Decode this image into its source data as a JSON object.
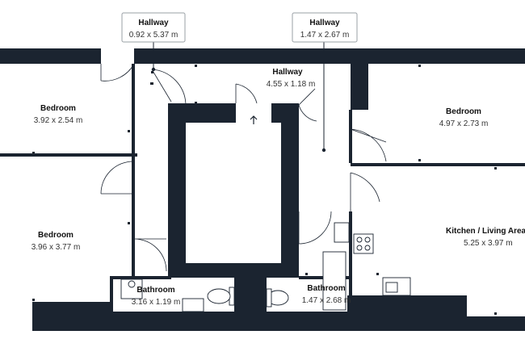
{
  "rooms": [
    {
      "id": "hallway-a",
      "name": "Hallway",
      "dims": "0.92 x 5.37 m"
    },
    {
      "id": "hallway-b",
      "name": "Hallway",
      "dims": "1.47 x 2.67 m"
    },
    {
      "id": "hallway-c",
      "name": "Hallway",
      "dims": "4.55 x 1.18 m"
    },
    {
      "id": "bedroom-1",
      "name": "Bedroom",
      "dims": "3.92 x 2.54 m"
    },
    {
      "id": "bedroom-2",
      "name": "Bedroom",
      "dims": "4.97 x 2.73 m"
    },
    {
      "id": "bedroom-3",
      "name": "Bedroom",
      "dims": "3.96 x 3.77 m"
    },
    {
      "id": "kitchen",
      "name": "Kitchen / Living Area",
      "dims": "5.25 x 3.97 m"
    },
    {
      "id": "bathroom-1",
      "name": "Bathroom",
      "dims": "3.16 x 1.19 m"
    },
    {
      "id": "bathroom-2",
      "name": "Bathroom",
      "dims": "1.47 x 2.68 m"
    }
  ]
}
